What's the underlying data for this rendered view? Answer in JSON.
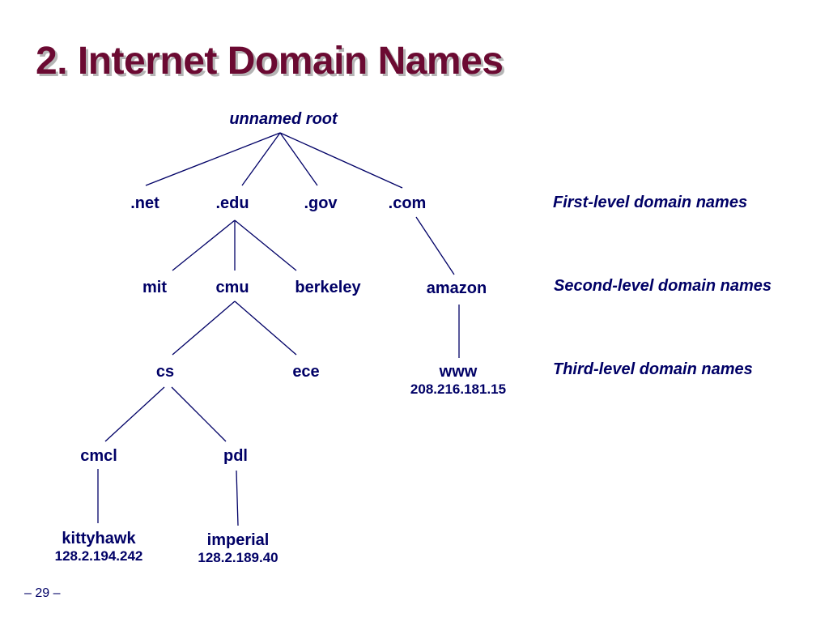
{
  "title": "2. Internet Domain Names",
  "page_number": "– 29 –",
  "colors": {
    "title": "#6b0a32",
    "text": "#000066",
    "edges": "#000066"
  },
  "nodes": {
    "root": {
      "label": "unnamed root"
    },
    "net": {
      "label": ".net"
    },
    "edu": {
      "label": ".edu"
    },
    "gov": {
      "label": ".gov"
    },
    "com": {
      "label": ".com"
    },
    "mit": {
      "label": "mit"
    },
    "cmu": {
      "label": "cmu"
    },
    "berkeley": {
      "label": "berkeley"
    },
    "amazon": {
      "label": "amazon"
    },
    "cs": {
      "label": "cs"
    },
    "ece": {
      "label": "ece"
    },
    "www": {
      "label": "www",
      "ip": "208.216.181.15"
    },
    "cmcl": {
      "label": "cmcl"
    },
    "pdl": {
      "label": "pdl"
    },
    "kittyhawk": {
      "label": "kittyhawk",
      "ip": "128.2.194.242"
    },
    "imperial": {
      "label": "imperial",
      "ip": "128.2.189.40"
    }
  },
  "edges": [
    [
      "root",
      "net"
    ],
    [
      "root",
      "edu"
    ],
    [
      "root",
      "gov"
    ],
    [
      "root",
      "com"
    ],
    [
      "edu",
      "mit"
    ],
    [
      "edu",
      "cmu"
    ],
    [
      "edu",
      "berkeley"
    ],
    [
      "com",
      "amazon"
    ],
    [
      "cmu",
      "cs"
    ],
    [
      "cmu",
      "ece"
    ],
    [
      "amazon",
      "www"
    ],
    [
      "cs",
      "cmcl"
    ],
    [
      "cs",
      "pdl"
    ],
    [
      "cmcl",
      "kittyhawk"
    ],
    [
      "pdl",
      "imperial"
    ]
  ],
  "level_labels": {
    "first": "First-level domain names",
    "second": "Second-level domain names",
    "third": "Third-level domain names"
  }
}
